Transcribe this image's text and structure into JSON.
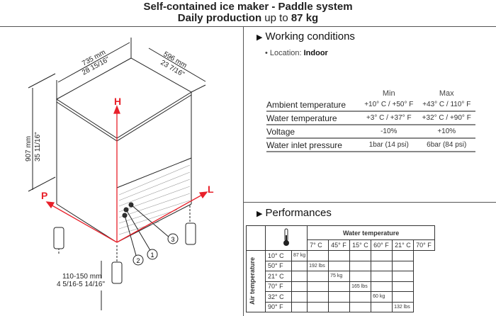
{
  "header": {
    "title": "Self-contained ice maker - Paddle system",
    "subtitle_bold1": "Daily production",
    "subtitle_light": " up to ",
    "subtitle_bold2": "87 kg"
  },
  "drawing": {
    "width_mm": "735 mm",
    "width_in": "28 15/16\"",
    "depth_mm": "596 mm",
    "depth_in": "23 7/16\"",
    "height_mm": "907 mm",
    "height_in": "35 11/16\"",
    "feet_mm": "110-150 mm",
    "feet_in": "4 5/16-5 14/16\"",
    "axis_h": "H",
    "axis_p": "P",
    "axis_l": "L",
    "callouts": [
      "1",
      "2",
      "3"
    ],
    "accent": "#e8202a"
  },
  "working": {
    "title": "Working conditions",
    "location_label": "• Location: ",
    "location_value": "Indoor",
    "col_min": "Min",
    "col_max": "Max",
    "rows": [
      {
        "label": "Ambient temperature",
        "min": "+10° C / +50° F",
        "max": "+43° C / 110° F"
      },
      {
        "label": "Water temperature",
        "min": "+3° C / +37° F",
        "max": "+32° C / +90° F"
      },
      {
        "label": "Voltage",
        "min": "-10%",
        "max": "+10%"
      },
      {
        "label": "Water inlet pressure",
        "min": "1bar (14 psi)",
        "max": "6bar (84 psi)"
      }
    ]
  },
  "performances": {
    "title": "Performances",
    "water_header": "Water temperature",
    "air_header": "Air temperature",
    "water_cols": [
      "7° C",
      "45° F",
      "15° C",
      "60° F",
      "21° C",
      "70° F"
    ],
    "rows": [
      {
        "air": "10° C",
        "values": [
          "87 kg",
          "",
          "",
          "",
          "",
          ""
        ]
      },
      {
        "air": "50° F",
        "values": [
          "",
          "192 lbs",
          "",
          "",
          "",
          ""
        ]
      },
      {
        "air": "21° C",
        "values": [
          "",
          "",
          "75 kg",
          "",
          "",
          ""
        ]
      },
      {
        "air": "70° F",
        "values": [
          "",
          "",
          "",
          "165 lbs",
          "",
          ""
        ]
      },
      {
        "air": "32° C",
        "values": [
          "",
          "",
          "",
          "",
          "60 kg",
          ""
        ]
      },
      {
        "air": "90° F",
        "values": [
          "",
          "",
          "",
          "",
          "",
          "132 lbs"
        ]
      }
    ]
  }
}
